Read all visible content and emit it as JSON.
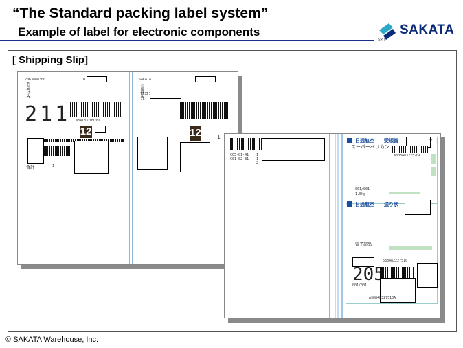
{
  "header": {
    "title": "“The Standard packing label system”",
    "subtitle": "Example of label for electronic components",
    "logo_text": "SAKATA",
    "logo_sub": "SKT"
  },
  "section_label": "[ Shipping Slip]",
  "footer": {
    "copyright": "© SAKATA Warehouse, Inc."
  },
  "slip_left": {
    "big_number": "211",
    "number_12": "12",
    "kanji_kei": "合計",
    "qty_1": "1",
    "small_num": "a3418370976a"
  },
  "slip_middle": {
    "text_sakata": "サカタ",
    "number_12": "12",
    "qty": "1"
  },
  "slip_right": {
    "codes": [
      "C05-01-41",
      "C01-02-31"
    ],
    "qty": [
      "1",
      "1",
      "2"
    ],
    "jal_header_1": "日通航空",
    "jal_header_1_sub": "受領書",
    "jal_header_2": "日通航空",
    "jal_header_2_sub": "送り状",
    "supermarket": "スーパーペリカン",
    "count": "001/001",
    "weight": "1.5kg",
    "electronic_parts": "電子部品",
    "big_number": "205",
    "tracking": "538482227510",
    "count2": "001/001",
    "ref": "A30848327510A",
    "month_label": "7日"
  }
}
